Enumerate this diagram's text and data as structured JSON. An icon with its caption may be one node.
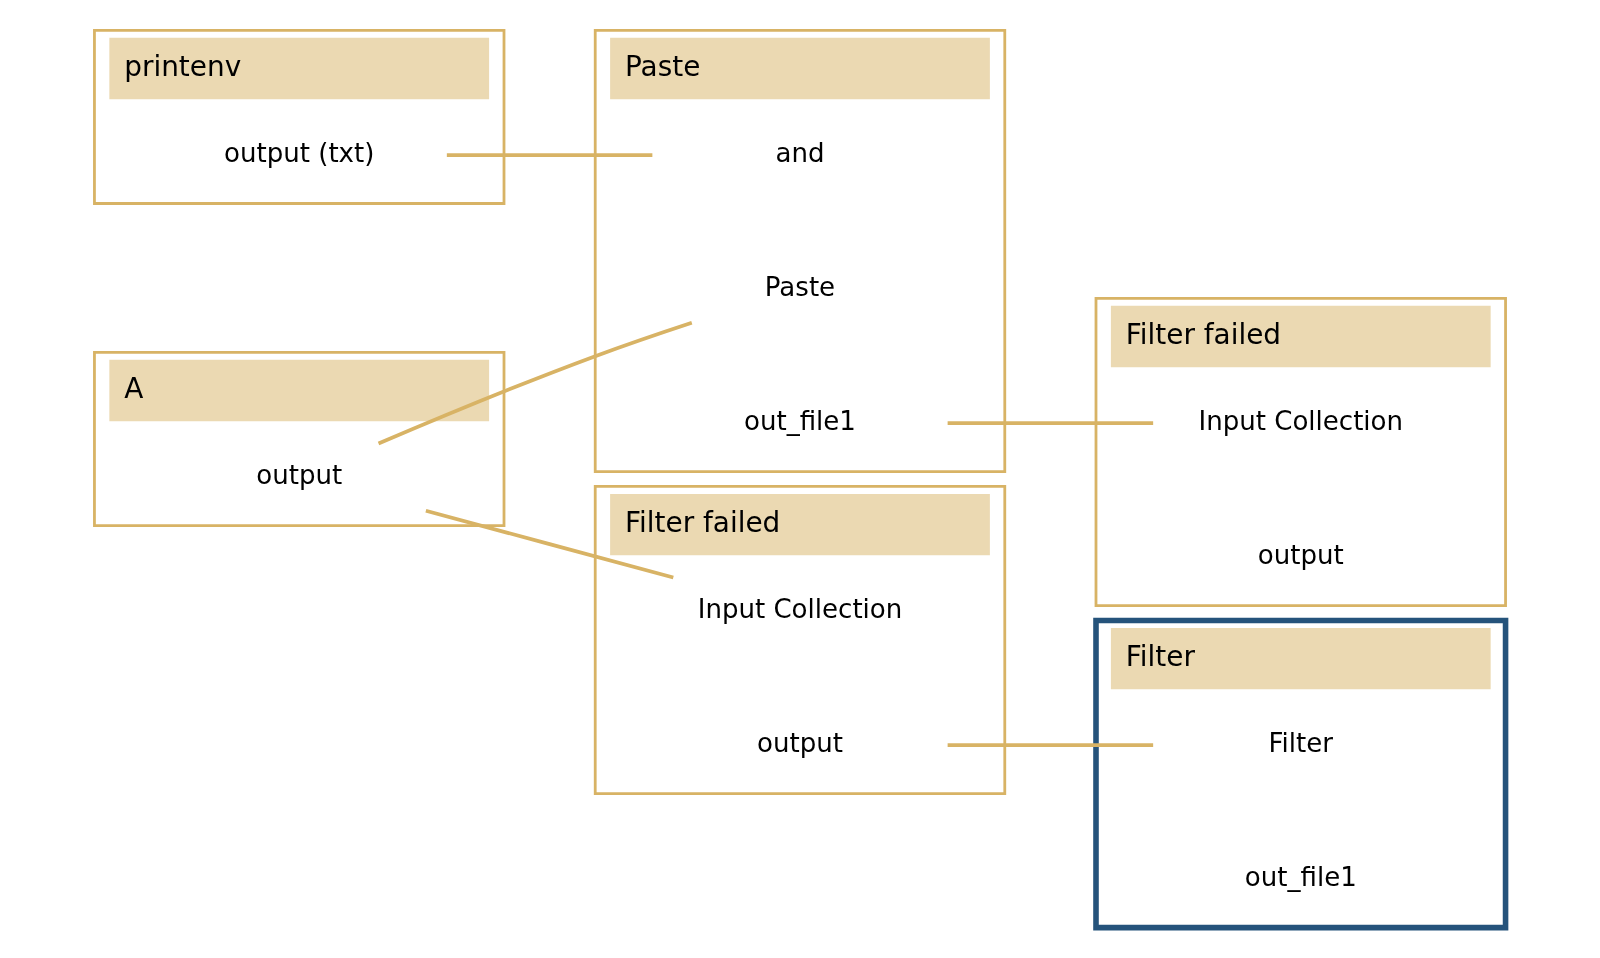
{
  "diagram": {
    "nodes": [
      {
        "text": [
          "printenv"
        ]
      },
      {
        "text": [
          "output (txt)"
        ],
        "in": 0
      },
      {
        "text": [
          "A"
        ]
      },
      {
        "text": [
          "output"
        ],
        "in": 2
      },
      {
        "text": [
          "Paste"
        ]
      },
      {
        "text": [
          "Paste"
        ],
        "in": 4
      },
      {
        "text": [
          "and"
        ],
        "in": 4
      },
      {
        "text": [
          "out_file1"
        ],
        "in": 4
      },
      {
        "text": [
          "Filter failed"
        ]
      },
      {
        "text": [
          "Input Collection"
        ],
        "in": 8
      },
      {
        "text": [
          "output"
        ],
        "in": 8
      },
      {
        "text": [
          "Filter failed"
        ]
      },
      {
        "text": [
          "Input Collection"
        ],
        "in": 11
      },
      {
        "text": [
          "output"
        ],
        "in": 11
      },
      {
        "text": [
          "Filter"
        ]
      },
      {
        "text": [
          "Filter"
        ],
        "in": 14
      },
      {
        "text": [
          "out_file1"
        ],
        "in": 14
      }
    ],
    "edges": [
      {
        "from": 3,
        "to": 12,
        "arrow": "none"
      },
      {
        "from": 3,
        "to": 5,
        "arrow": "none"
      },
      {
        "from": 1,
        "to": 6,
        "arrow": "none"
      },
      {
        "from": 7,
        "to": 9,
        "arrow": "none"
      },
      {
        "from": 13,
        "to": 15,
        "arrow": "none"
      }
    ]
  }
}
